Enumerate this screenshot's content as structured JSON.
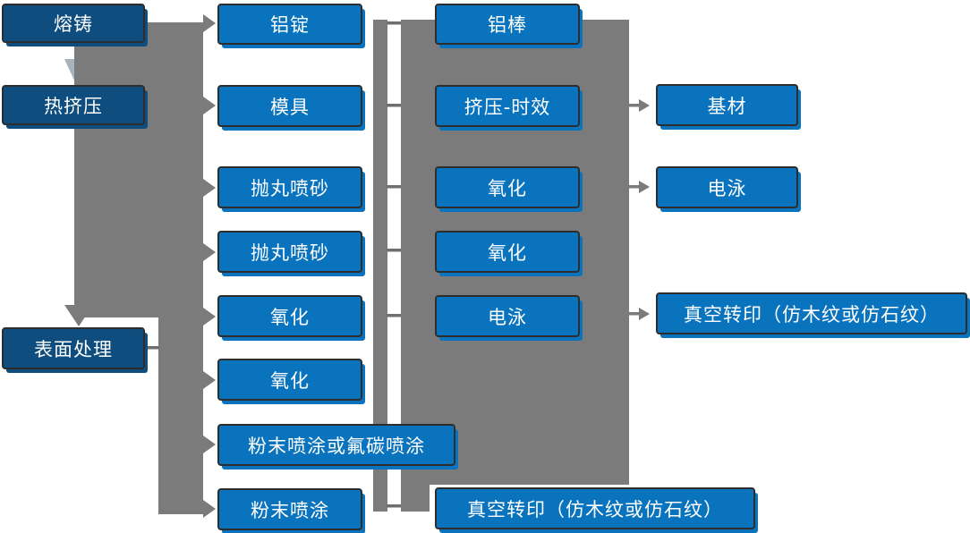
{
  "diagram": {
    "description": "Aluminium profile production process flowchart",
    "colors": {
      "process_blue": "#0a73be",
      "stage_navy": "#0e4d7e",
      "connector_gray": "#7b7b7b"
    },
    "columns": [
      {
        "name": "stages",
        "items": [
          {
            "label": "熔铸"
          },
          {
            "label": "热挤压"
          },
          {
            "label": "表面处理"
          }
        ]
      },
      {
        "name": "pretreatment",
        "items": [
          {
            "label": "铝锭"
          },
          {
            "label": "模具"
          },
          {
            "label": "抛丸喷砂"
          },
          {
            "label": "抛丸喷砂"
          },
          {
            "label": "氧化"
          },
          {
            "label": "氧化"
          },
          {
            "label": "粉末喷涂或氟碳喷涂"
          },
          {
            "label": "粉末喷涂"
          }
        ]
      },
      {
        "name": "treatment",
        "items": [
          {
            "label": "铝棒"
          },
          {
            "label": "挤压-时效"
          },
          {
            "label": "氧化"
          },
          {
            "label": "氧化"
          },
          {
            "label": "电泳"
          },
          {
            "label": "真空转印（仿木纹或仿石纹）"
          }
        ]
      },
      {
        "name": "finish",
        "items": [
          {
            "label": "基材"
          },
          {
            "label": "电泳"
          },
          {
            "label": "真空转印（仿木纹或仿石纹）"
          }
        ]
      }
    ]
  }
}
